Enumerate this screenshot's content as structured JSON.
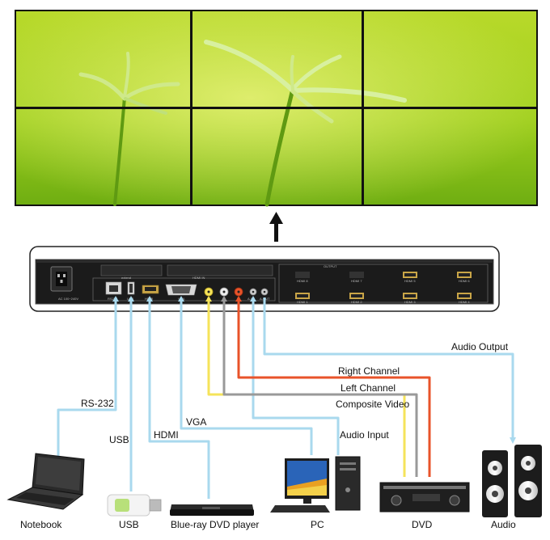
{
  "outputs_header": "OUTPUT",
  "panel": {
    "power_label": "AC 100~240V",
    "extend_label": "extend",
    "hdmi_in_label": "HDMI IN",
    "port_labels": [
      "RS232",
      "USB",
      "HDMI",
      "VGA",
      "V",
      "L",
      "R",
      "A-IN",
      "A-OUT"
    ],
    "hdmi_out_labels": [
      "HDMI 1",
      "HDMI 2",
      "HDMI 3",
      "HDMI 4",
      "HDMI 5",
      "HDMI 6",
      "HDMI 7",
      "HDMI 8"
    ]
  },
  "connections": [
    {
      "id": "rs232",
      "label": "RS-232",
      "color": "#a9d9ee"
    },
    {
      "id": "usb",
      "label": "USB",
      "color": "#a9d9ee"
    },
    {
      "id": "hdmi",
      "label": "HDMI",
      "color": "#a9d9ee"
    },
    {
      "id": "vga",
      "label": "VGA",
      "color": "#a9d9ee"
    },
    {
      "id": "composite",
      "label": "Composite Video",
      "color": "#f5e35a"
    },
    {
      "id": "left",
      "label": "Left Channel",
      "color": "#999999"
    },
    {
      "id": "right",
      "label": "Right Channel",
      "color": "#e8532a"
    },
    {
      "id": "audio_in",
      "label": "Audio Input",
      "color": "#a9d9ee"
    },
    {
      "id": "audio_out",
      "label": "Audio Output",
      "color": "#a9d9ee"
    }
  ],
  "devices": [
    {
      "id": "notebook",
      "label": "Notebook"
    },
    {
      "id": "usb_stick",
      "label": "USB"
    },
    {
      "id": "dvd_player",
      "label": "Blue-ray DVD player"
    },
    {
      "id": "pc",
      "label": "PC"
    },
    {
      "id": "dvd",
      "label": "DVD"
    },
    {
      "id": "audio",
      "label": "Audio"
    }
  ]
}
